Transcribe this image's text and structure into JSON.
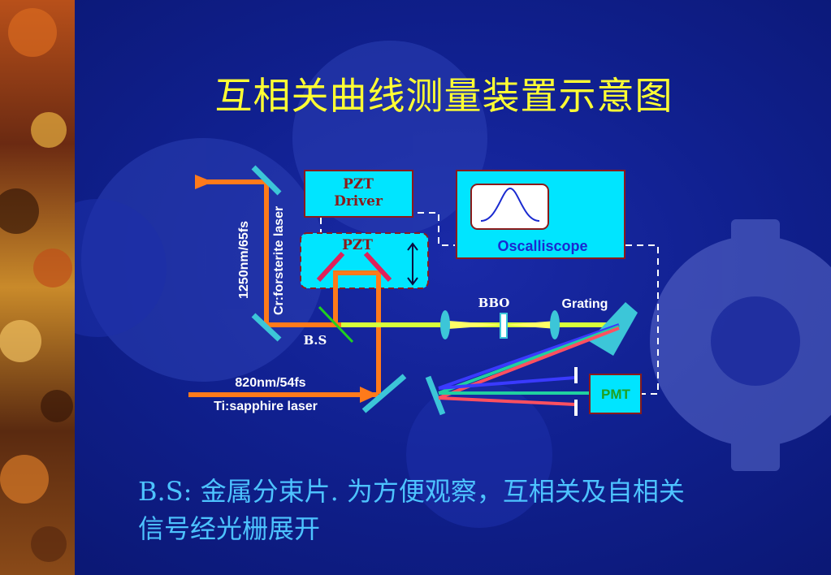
{
  "title": "互相关曲线测量装置示意图",
  "diagram": {
    "pzt_driver_line1": "PZT",
    "pzt_driver_line2": "Driver",
    "pzt_label": "PZT",
    "oscilloscope_label": "Oscalliscope",
    "laser1_vertical_label": "Cr:forsterite laser",
    "laser1_spec": "1250nm/65fs",
    "bs_label": "B.S",
    "bbo_label": "BBO",
    "grating_label": "Grating",
    "laser2_spec": "820nm/54fs",
    "laser2_name": "Ti:sapphire laser",
    "pmt_label": "PMT"
  },
  "caption": {
    "line1": "B.S: 金属分束片. 为方便观察，互相关及自相关",
    "line2": "信号经光栅展开"
  },
  "colors": {
    "background": "#10208f",
    "title": "#ffff33",
    "caption": "#4dc3ff",
    "box_fill": "#00e5ff",
    "box_border": "#8b1a1a",
    "orange_beam": "#ff7a1a",
    "yellow_beam": "#d8ff3a",
    "mirror": "#3cc6d8"
  }
}
